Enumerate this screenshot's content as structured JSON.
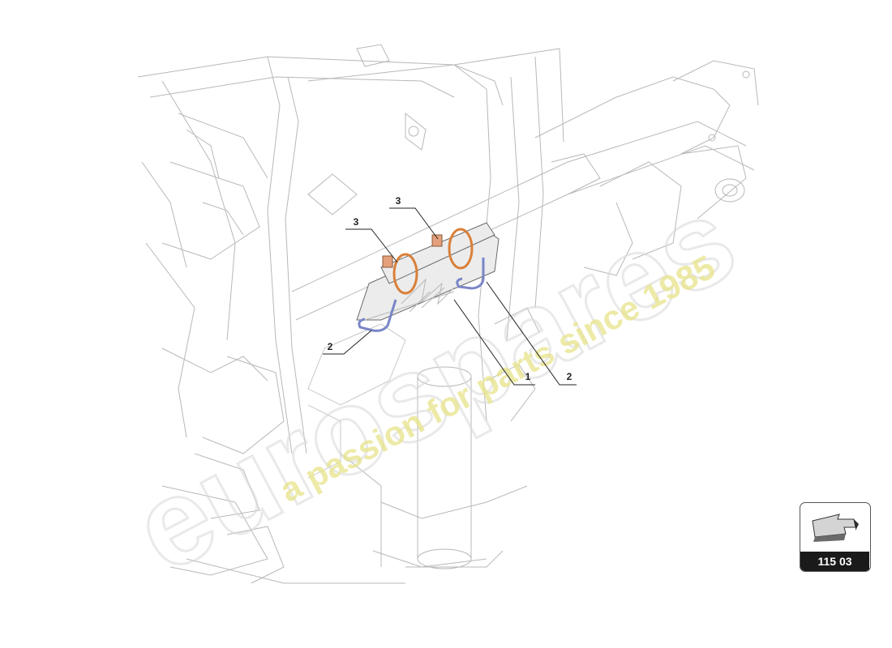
{
  "callouts": [
    {
      "label": "1"
    },
    {
      "label": "2"
    },
    {
      "label": "2"
    },
    {
      "label": "3"
    },
    {
      "label": "3"
    }
  ],
  "watermark": {
    "logo": "eurospares",
    "tagline": "a passion for parts since 1985",
    "tagline_color": "#e8e48a"
  },
  "badge": {
    "reference": "115 03",
    "icon": "arrow-view-icon"
  },
  "colors": {
    "clamp": "#d9803a",
    "bracket": "#7a86c8",
    "shield": "#d8d8d8"
  }
}
